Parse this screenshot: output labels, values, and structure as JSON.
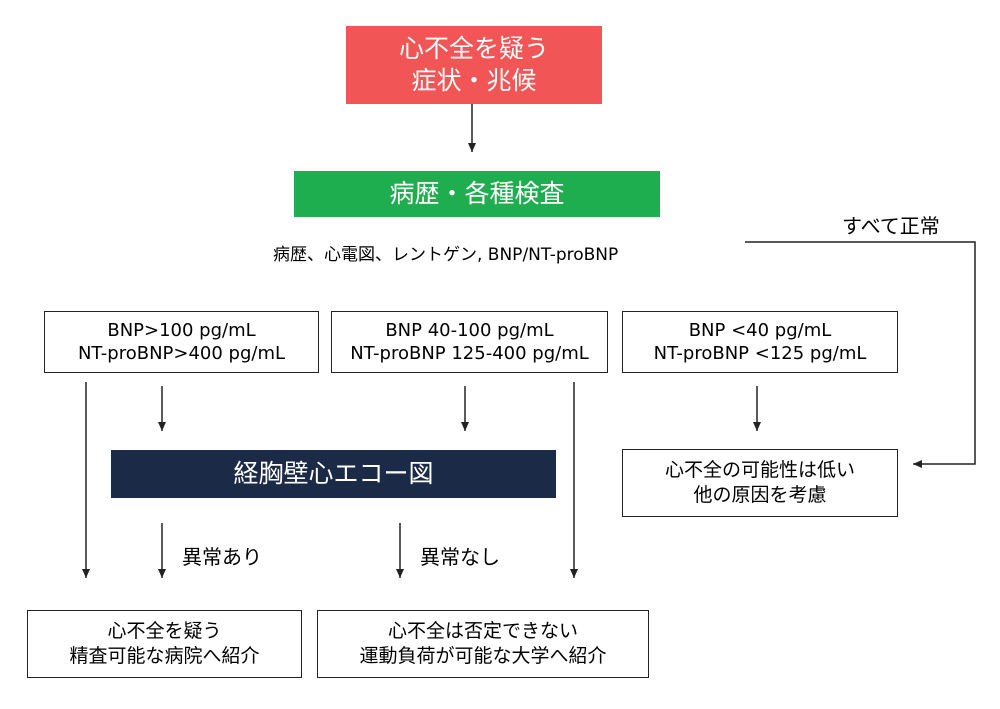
{
  "nodes": {
    "start": {
      "line1": "心不全を疑う",
      "line2": "症状・兆候"
    },
    "exam": {
      "label": "病歴・各種検査"
    },
    "exam_detail": "病歴、心電図、レントゲン, BNP/NT-proBNP",
    "all_normal": "すべて正常",
    "high": {
      "line1": "BNP>100 pg/mL",
      "line2": "NT-proBNP>400 pg/mL"
    },
    "mid": {
      "line1": "BNP 40-100 pg/mL",
      "line2": "NT-proBNP 125-400 pg/mL"
    },
    "low": {
      "line1": "BNP <40 pg/mL",
      "line2": "NT-proBNP <125 pg/mL"
    },
    "echo": {
      "label": "経胸壁心エコー図"
    },
    "unlikely": {
      "line1": "心不全の可能性は低い",
      "line2": "他の原因を考慮"
    },
    "abnormal_label": "異常あり",
    "no_abnormal_label": "異常なし",
    "suspect": {
      "line1": "心不全を疑う",
      "line2": "精査可能な病院へ紹介"
    },
    "cannot_exclude": {
      "line1": "心不全は否定できない",
      "line2": "運動負荷が可能な大学へ紹介"
    }
  },
  "colors": {
    "start": "#f25555",
    "exam": "#1fae4f",
    "echo": "#1b2a47"
  }
}
